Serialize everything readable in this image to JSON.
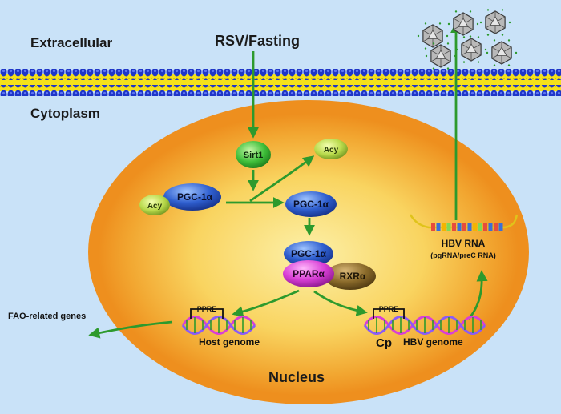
{
  "labels": {
    "extracellular": "Extracellular",
    "cytoplasm": "Cytoplasm",
    "stimulus": "RSV/Fasting",
    "nucleus": "Nucleus"
  },
  "proteins": {
    "sirt1": "Sirt1",
    "acy_free": "Acy",
    "acy_bound": "Acy",
    "pgc_acetylated": "PGC-1α",
    "pgc_deacetylated": "PGC-1α",
    "pgc_complex": "PGC-1α",
    "ppar": "PPARα",
    "rxr": "RXRα"
  },
  "genes": {
    "fao_genes": "FAO-related genes",
    "ppre_host": "PPRE",
    "host_genome": "Host genome",
    "ppre_hbv": "PPRE",
    "cp": "Cp",
    "hbv_genome": "HBV genome",
    "hbv_rna": "HBV RNA",
    "hbv_rna_sub": "(pgRNA/preC RNA)"
  },
  "colors": {
    "background": "#c9e2f8",
    "nucleus_rim": "#f39a2a",
    "nucleus_center": "#fbe58a",
    "arrow": "#2d9a2d",
    "membrane_blue": "#1f36c7",
    "membrane_yellow": "#f5e11a",
    "sirt1": "#3fbf3a",
    "acy": "#b8d94a",
    "pgc": "#2f5fcf",
    "ppar": "#d93fd6",
    "rxr": "#8a6a2a"
  },
  "icons": {
    "virions": "hbv-virion-icon",
    "dna": "dna-helix-icon",
    "rna": "rna-strand-icon"
  }
}
